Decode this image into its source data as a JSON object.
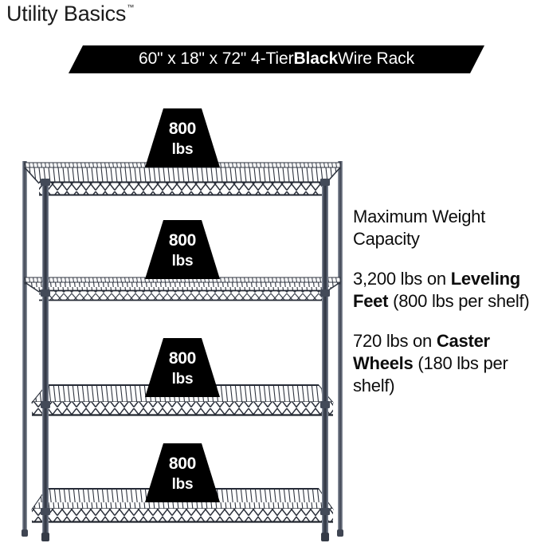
{
  "brand": {
    "name": "Utility Basics",
    "trademark": "™"
  },
  "banner": {
    "text_before": "60\" x 18\" x 72\" 4-Tier ",
    "text_bold": "Black",
    "text_after": " Wire Rack",
    "background_color": "#000000",
    "text_color": "#ffffff"
  },
  "product": {
    "name": "4-Tier Black Wire Rack",
    "width_in": "60\"",
    "depth_in": "18\"",
    "height_in": "72\"",
    "tiers": 4,
    "finish": "Black",
    "frame_color": "#3c424f"
  },
  "shelf_badges": [
    {
      "number": "800",
      "unit": "lbs"
    },
    {
      "number": "800",
      "unit": "lbs"
    },
    {
      "number": "800",
      "unit": "lbs"
    },
    {
      "number": "800",
      "unit": "lbs"
    }
  ],
  "capacity": {
    "heading": "Maximum Weight Capacity",
    "leveling_feet": {
      "total": "3,200 lbs on ",
      "label": "Leveling Feet",
      "per_shelf": " (800 lbs per shelf)"
    },
    "caster_wheels": {
      "total": "720 lbs on ",
      "label": "Caster Wheels",
      "per_shelf": " (180 lbs per shelf)"
    }
  }
}
